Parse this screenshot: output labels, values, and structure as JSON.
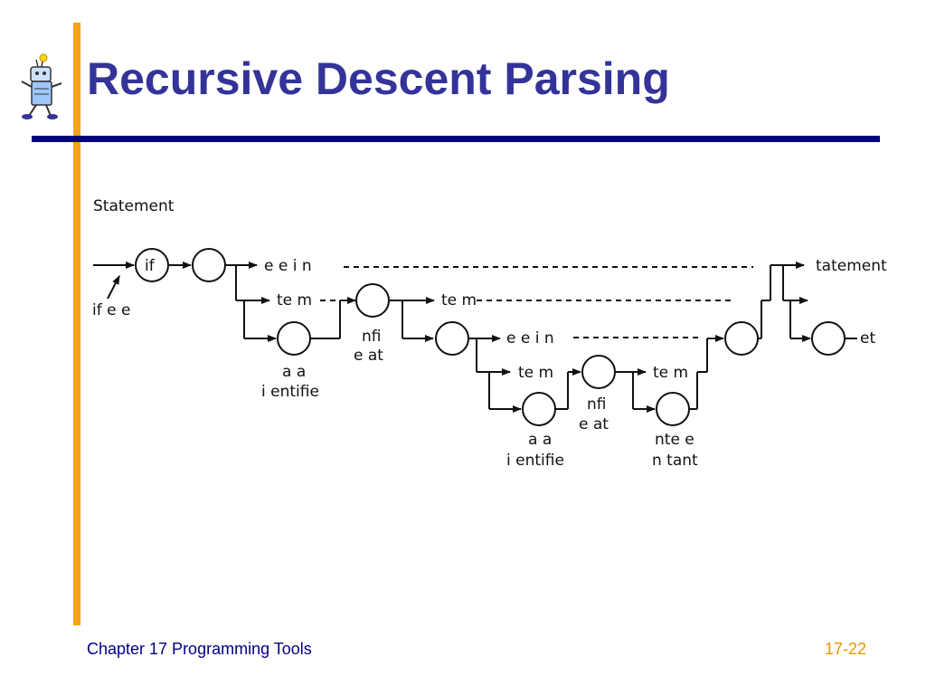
{
  "slide": {
    "title": "Recursive Descent Parsing",
    "footer_left": "Chapter 17 Programming Tools",
    "page_number": "17-22"
  },
  "diagram": {
    "heading": "Statement",
    "nodes": {
      "if": "if",
      "if_label": "if e  e",
      "else_1": "e   e  i n",
      "term_1": "te m",
      "term_2": "te m",
      "term_3": "te m",
      "term_4": "te m",
      "statement_out": "tatement",
      "else_2": "e   e  i n",
      "nfi_1_line1": "nfi",
      "nfi_1_line2": "e at",
      "aa_1_line1": "a a",
      "aa_1_line2": "i entifie",
      "aa_2_line1": "a a",
      "aa_2_line2": "i entifie",
      "nfi_2_line1": "nfi",
      "nfi_2_line2": "e at",
      "const_line1": "nte e",
      "const_line2": "n tant",
      "et": "et"
    }
  }
}
